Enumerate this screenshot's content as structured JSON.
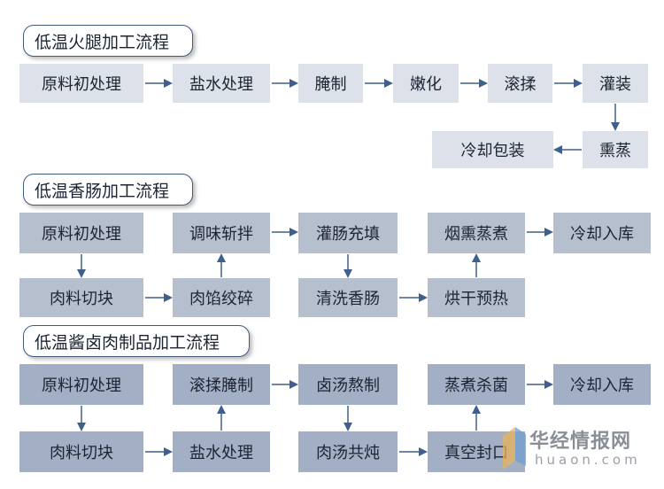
{
  "sections": {
    "ham": {
      "title": "低温火腿加工流程"
    },
    "sausage": {
      "title": "低温香肠加工流程"
    },
    "braised": {
      "title": "低温酱卤肉制品加工流程"
    }
  },
  "ham": {
    "s1": "原料初处理",
    "s2": "盐水处理",
    "s3": "腌制",
    "s4": "嫩化",
    "s5": "滚揉",
    "s6": "灌装",
    "s7": "熏蒸",
    "s8": "冷却包装"
  },
  "sausage": {
    "s1": "原料初处理",
    "s2": "肉料切块",
    "s3": "肉馅绞碎",
    "s4": "调味斩拌",
    "s5": "灌肠充填",
    "s6": "清洗香肠",
    "s7": "烘干预热",
    "s8": "烟熏蒸煮",
    "s9": "冷却入库"
  },
  "braised": {
    "s1": "原料初处理",
    "s2": "肉料切块",
    "s3": "盐水处理",
    "s4": "滚揉腌制",
    "s5": "卤汤熬制",
    "s6": "肉汤共炖",
    "s7": "真空封口",
    "s8": "蒸煮杀菌",
    "s9": "冷却入库"
  },
  "watermark": {
    "cn": "华经情报网",
    "en": "huaon.com"
  },
  "colors": {
    "light": "#dce1ea",
    "mid": "#b6bfcd",
    "dark": "#a3afc4",
    "arrow": "#3f5f8c"
  }
}
